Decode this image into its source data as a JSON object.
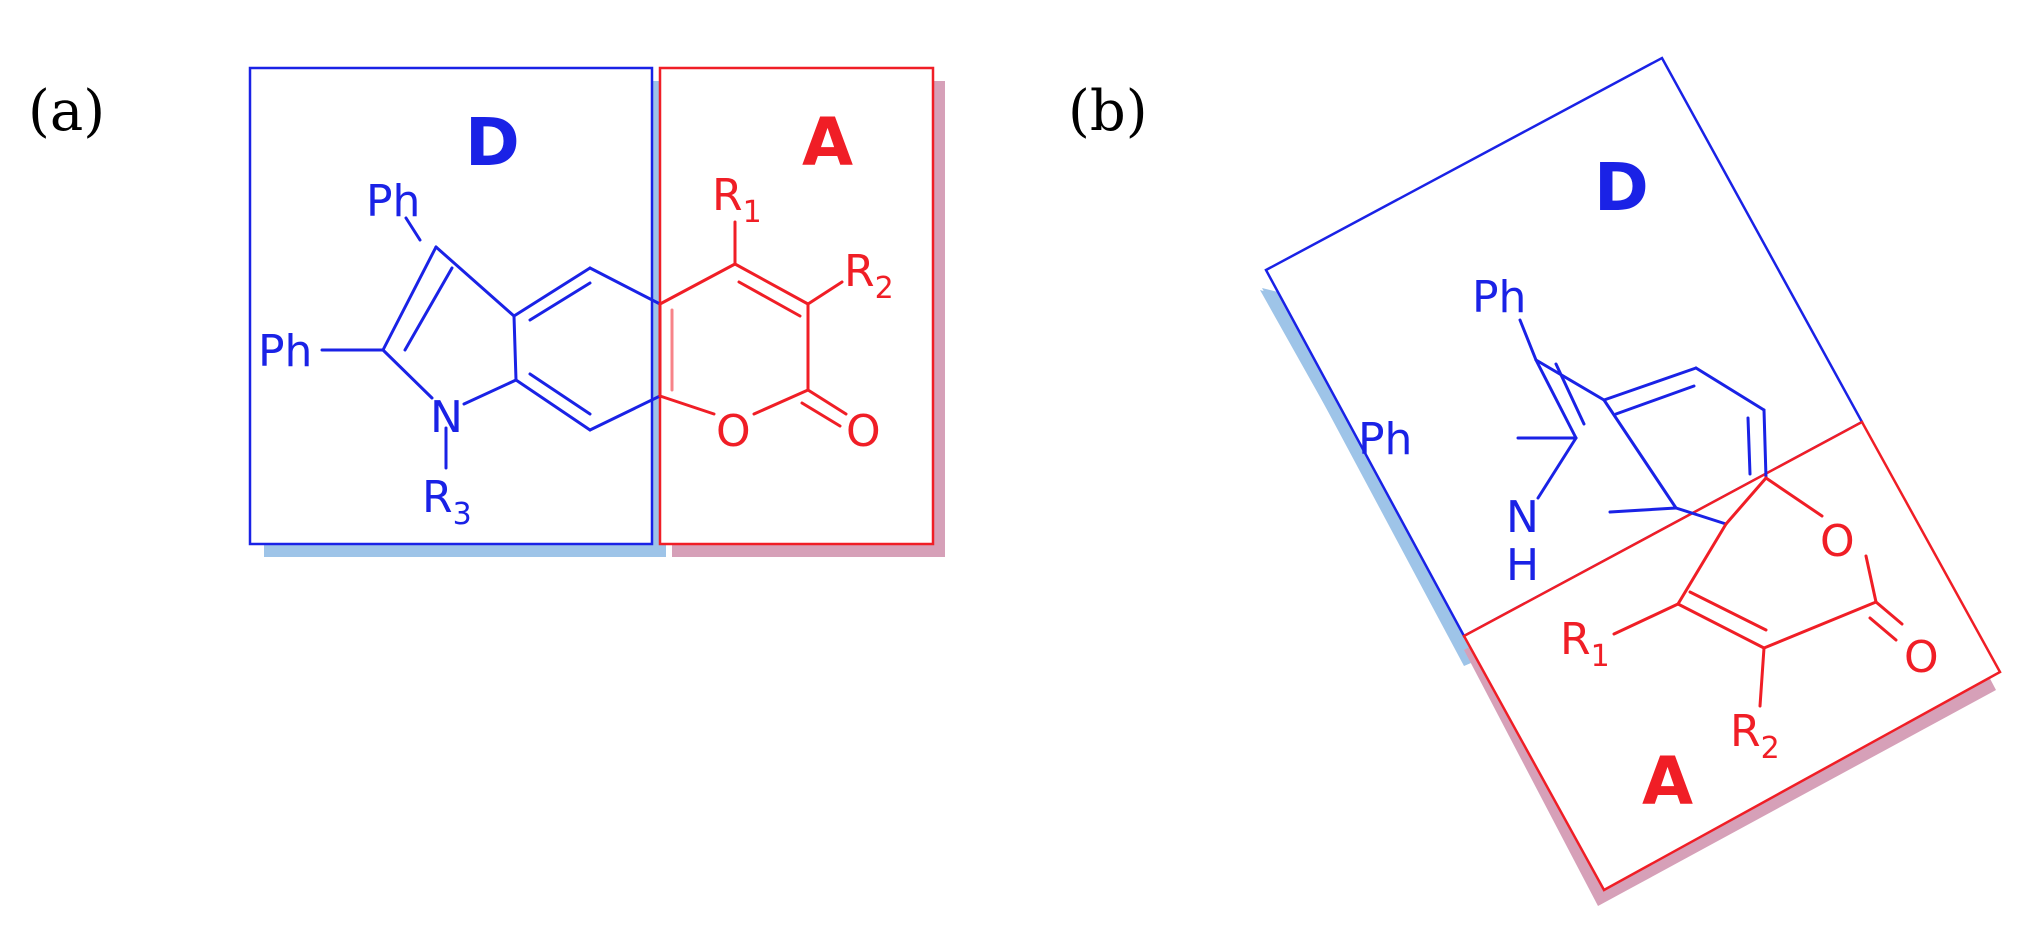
{
  "panels": {
    "a": {
      "label": "(a)",
      "donor_letter": "D",
      "acceptor_letter": "A",
      "ph_top": "Ph",
      "ph_left": "Ph",
      "n_atom": "N",
      "r3": "R",
      "r3_sub": "3",
      "r1": "R",
      "r1_sub": "1",
      "r2": "R",
      "r2_sub": "2",
      "ring_o": "O",
      "carbonyl_o": "O"
    },
    "b": {
      "label": "(b)",
      "donor_letter": "D",
      "acceptor_letter": "A",
      "ph_top": "Ph",
      "ph_left": "Ph",
      "nh_n": "N",
      "nh_h": "H",
      "r1": "R",
      "r1_sub": "1",
      "r2": "R",
      "r2_sub": "2",
      "ring_o": "O",
      "carbonyl_o": "O"
    }
  },
  "colors": {
    "donor": "#1a22e6",
    "acceptor": "#f01e26",
    "donor_shadow": "#9ec4e8",
    "acceptor_shadow": "#d6a0b8",
    "label": "#000000",
    "background": "#ffffff"
  }
}
